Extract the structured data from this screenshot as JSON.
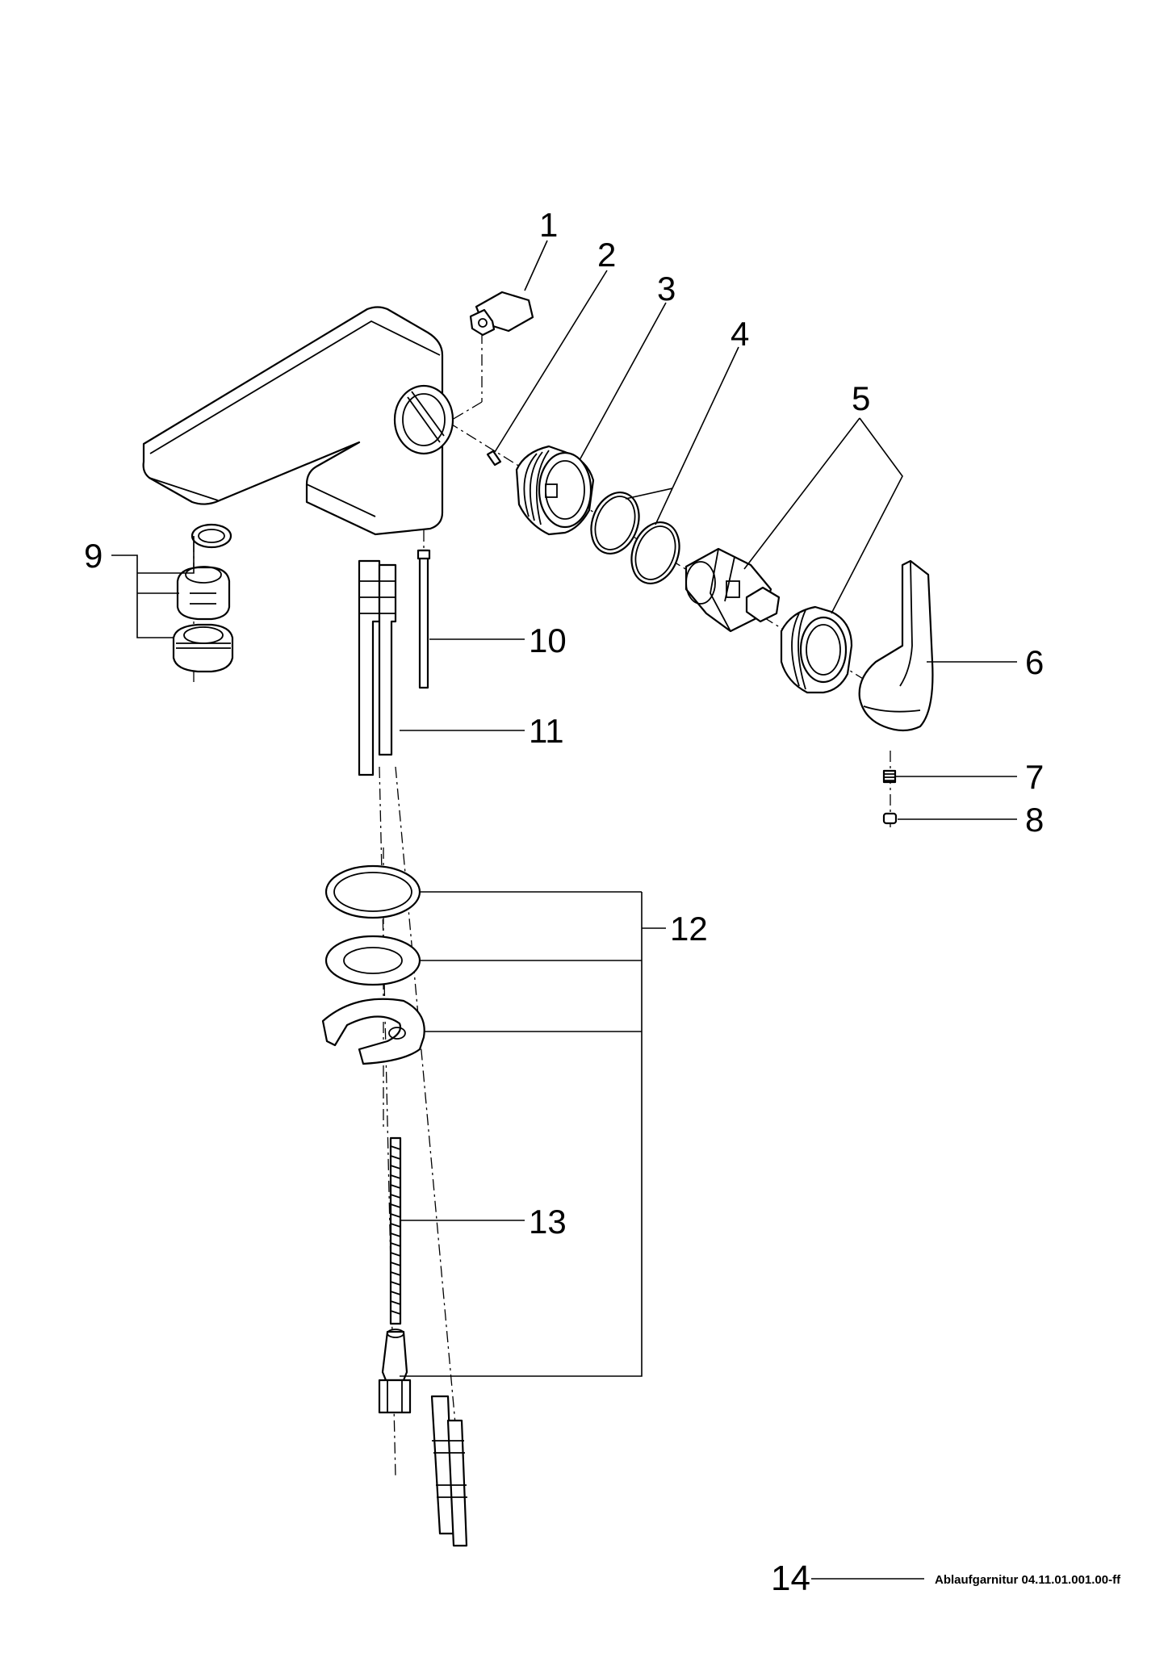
{
  "diagram": {
    "callouts": [
      "1",
      "2",
      "3",
      "4",
      "5",
      "6",
      "7",
      "8",
      "9",
      "10",
      "11",
      "12",
      "13"
    ]
  },
  "footer": {
    "page_number": "14",
    "reference": "Ablaufgarnitur 04.11.01.001.00-ff"
  }
}
